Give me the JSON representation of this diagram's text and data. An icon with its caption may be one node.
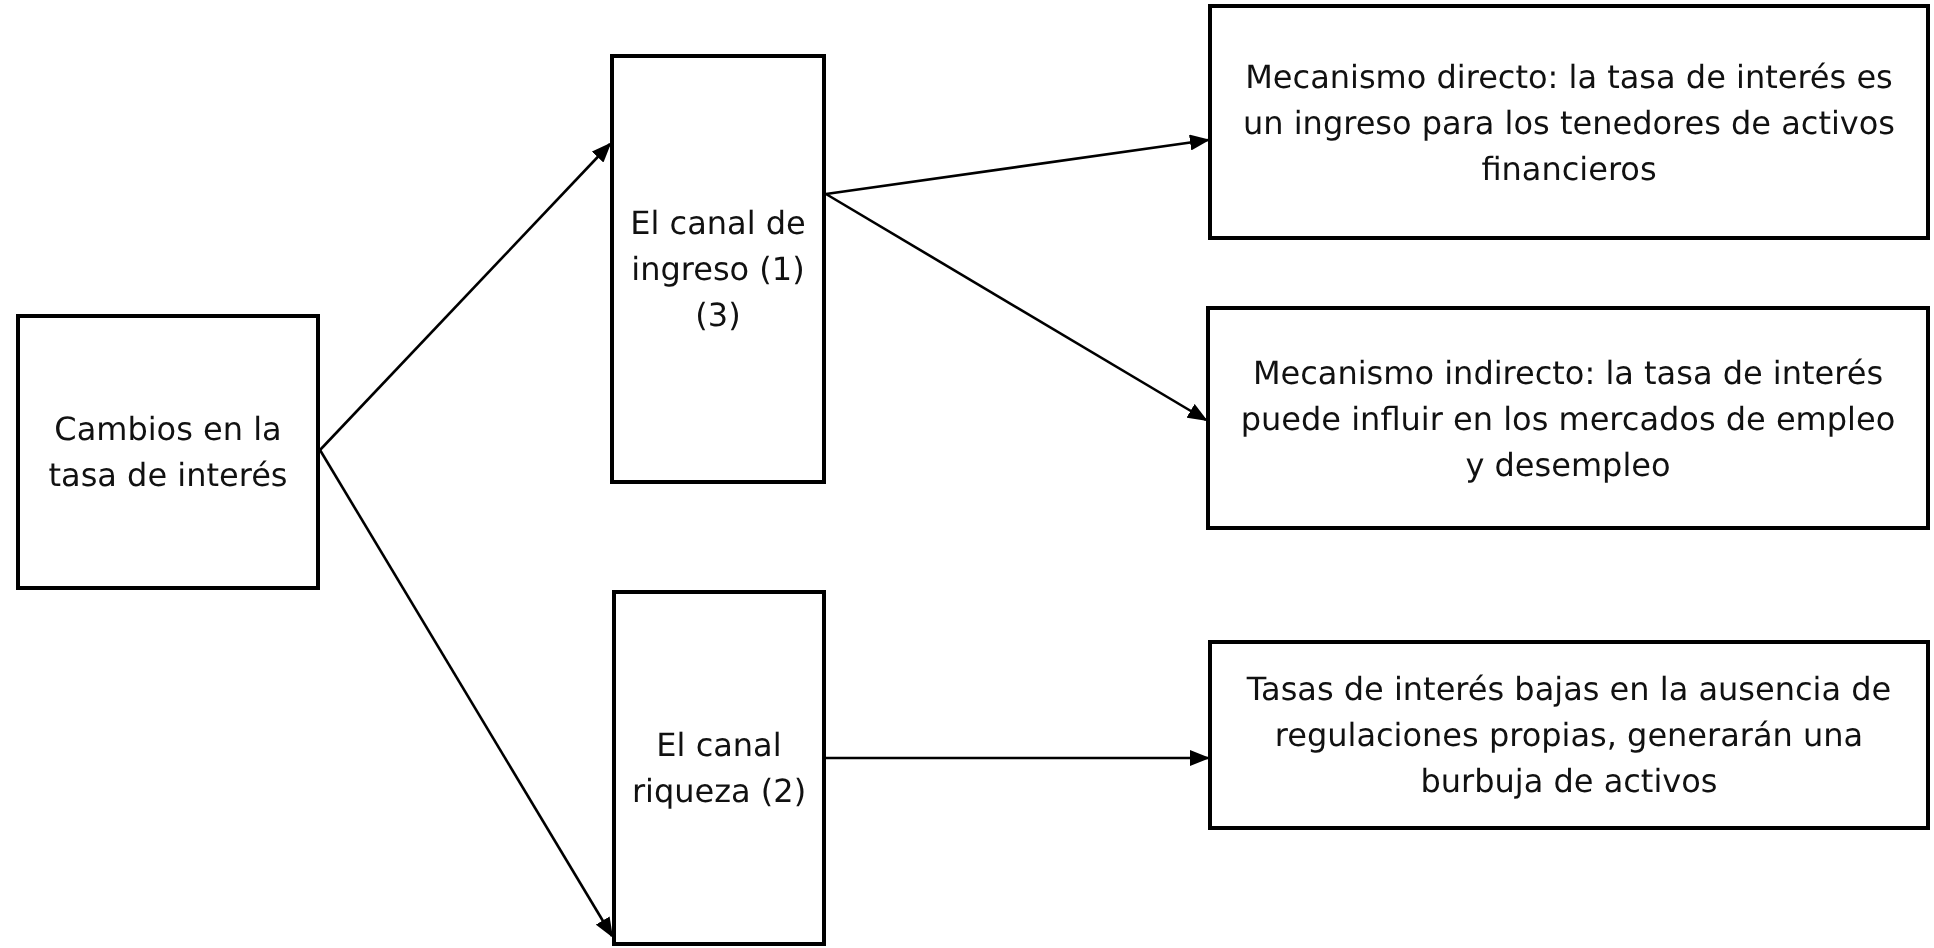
{
  "diagram": {
    "nodes": [
      {
        "text": [
          "Cambios en la tasa de interés"
        ]
      },
      {
        "text": [
          "El canal de ingreso (1) (3)"
        ]
      },
      {
        "text": [
          "Mecanismo directo: la tasa de interés es un ingreso para los tenedores de activos financieros"
        ]
      },
      {
        "text": [
          "Mecanismo indirecto: la tasa de interés puede influir en los mercados de empleo y desempleo"
        ]
      },
      {
        "text": [
          "El canal riqueza (2)"
        ]
      },
      {
        "text": [
          "Tasas de interés bajas en la ausencia de regulaciones propias, generarán una burbuja de activos"
        ]
      }
    ],
    "edges": [
      {
        "from": 0,
        "to": 1,
        "arrow": "to"
      },
      {
        "from": 0,
        "to": 4,
        "arrow": "to"
      },
      {
        "from": 1,
        "to": 2,
        "arrow": "to"
      },
      {
        "from": 1,
        "to": 3,
        "arrow": "to"
      },
      {
        "from": 4,
        "to": 5,
        "arrow": "to"
      }
    ]
  }
}
